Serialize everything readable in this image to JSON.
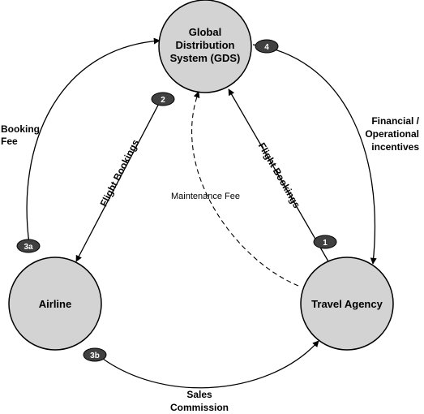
{
  "nodes": {
    "gds": {
      "lines": [
        "Global",
        "Distribution",
        "System (GDS)"
      ]
    },
    "airline": {
      "label": "Airline"
    },
    "agency": {
      "label": "Travel Agency"
    }
  },
  "edges": {
    "booking_fee": [
      "Booking",
      "Fee"
    ],
    "financial": [
      "Financial /",
      "Operational",
      "incentives"
    ],
    "sales_commission": [
      "Sales",
      "Commission"
    ],
    "flight_bookings_left": "Flight Bookings",
    "flight_bookings_right": "Flight Bookings",
    "maintenance_fee": "Maintenance Fee"
  },
  "badges": {
    "b1": "1",
    "b2": "2",
    "b3a": "3a",
    "b3b": "3b",
    "b4": "4"
  },
  "colors": {
    "node_fill": "#d3d3d3",
    "badge_fill": "#404040",
    "stroke": "#000000"
  }
}
